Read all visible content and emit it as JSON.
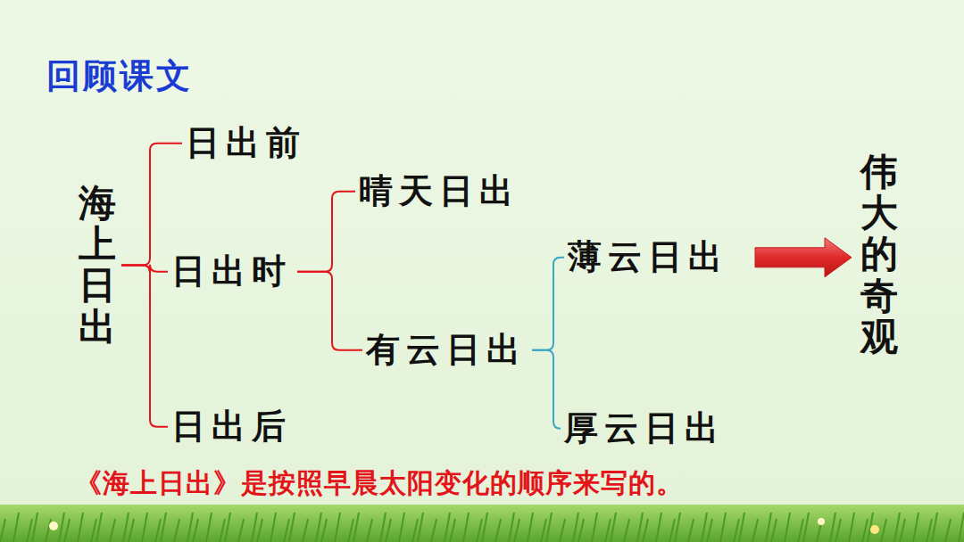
{
  "diagram": {
    "title": "回顾课文",
    "caption": "《海上日出》是按照早晨太阳变化的顺序来写的。",
    "nodes": [
      {
        "text": [
          "海上日出"
        ]
      },
      {
        "text": [
          "日出前"
        ]
      },
      {
        "text": [
          "日出时"
        ]
      },
      {
        "text": [
          "日出后"
        ]
      },
      {
        "text": [
          "晴天日出"
        ]
      },
      {
        "text": [
          "有云日出"
        ]
      },
      {
        "text": [
          "薄云日出"
        ]
      },
      {
        "text": [
          "厚云日出"
        ]
      },
      {
        "text": [
          "伟大的奇观"
        ]
      }
    ],
    "edges": [
      {
        "from": 0,
        "to": 1,
        "arrow": "none"
      },
      {
        "from": 0,
        "to": 2,
        "arrow": "none"
      },
      {
        "from": 0,
        "to": 3,
        "arrow": "none"
      },
      {
        "from": 2,
        "to": 4,
        "arrow": "none"
      },
      {
        "from": 2,
        "to": 5,
        "arrow": "none"
      },
      {
        "from": 5,
        "to": 6,
        "arrow": "none"
      },
      {
        "from": 5,
        "to": 7,
        "arrow": "none"
      },
      {
        "from": 6,
        "to": 8,
        "arrow": "to"
      }
    ]
  }
}
